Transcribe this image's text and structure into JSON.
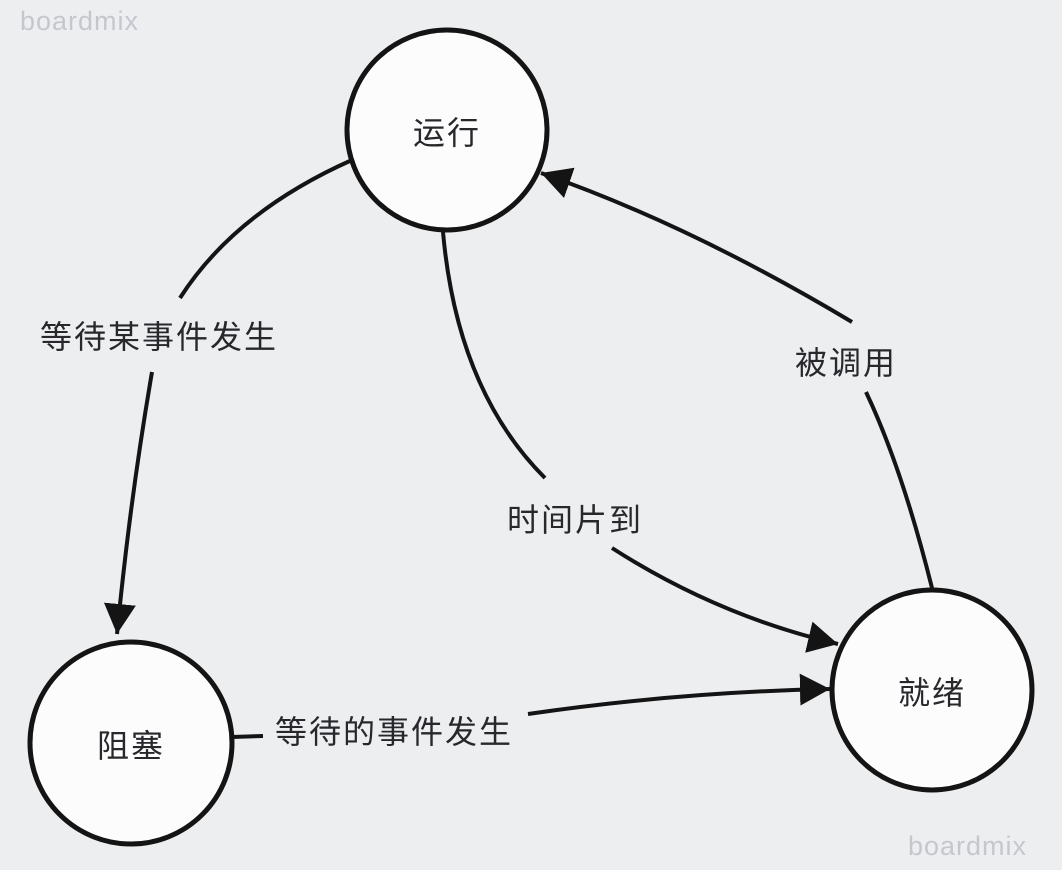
{
  "watermark": {
    "top_left": "boardmix",
    "bottom_right": "boardmix"
  },
  "colors": {
    "background": "#edeef0",
    "node_fill": "#fcfcfd",
    "stroke": "#141414",
    "label_text": "#28282c",
    "watermark_text": "#c4c8ce"
  },
  "diagram": {
    "type": "state-diagram",
    "nodes": [
      {
        "id": "running",
        "label": "运行"
      },
      {
        "id": "blocked",
        "label": "阻塞"
      },
      {
        "id": "ready",
        "label": "就绪"
      }
    ],
    "edges": [
      {
        "id": "wait-for-event",
        "from": "running",
        "to": "blocked",
        "label": "等待某事件发生"
      },
      {
        "id": "time-slice-up",
        "from": "running",
        "to": "ready",
        "label": "时间片到"
      },
      {
        "id": "scheduled",
        "from": "ready",
        "to": "running",
        "label": "被调用"
      },
      {
        "id": "event-occurred",
        "from": "blocked",
        "to": "ready",
        "label": "等待的事件发生"
      }
    ]
  }
}
